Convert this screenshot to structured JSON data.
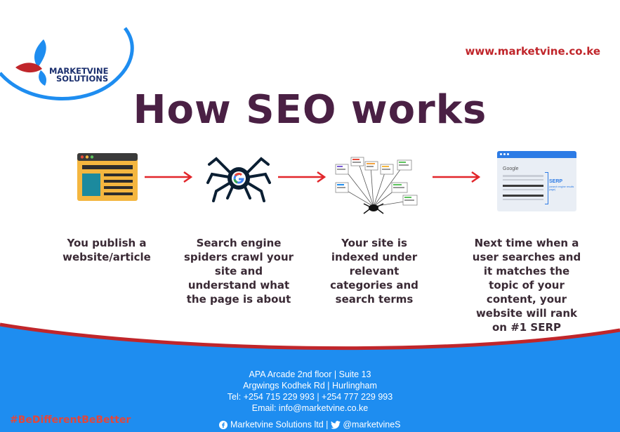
{
  "brand": {
    "line1": "MARKETVINE",
    "line2": "SOLUTIONS"
  },
  "website": "www.marketvine.co.ke",
  "title": "How SEO works",
  "steps": [
    {
      "text": "You publish a\nwebsite/article"
    },
    {
      "text": "Search engine\nspiders crawl your\nsite and\nunderstand what\nthe page is about"
    },
    {
      "text": "Your site is\nindexed under\nrelevant\ncategories and\nsearch terms"
    },
    {
      "text": "Next time when a\nuser searches and\nit matches the\ntopic of your\ncontent, your\nwebsite will rank\non #1 SERP"
    }
  ],
  "serp_card": {
    "brand": "Google",
    "label": "SERP",
    "sublabel": "(search engine results page)"
  },
  "footer": {
    "address1": "APA Arcade 2nd floor | Suite 13",
    "address2": "Argwings Kodhek Rd | Hurlingham",
    "tel": "Tel: +254 715 229 993 | +254 777 229 993",
    "email": "Email: info@marketvine.co.ke",
    "facebook": "Marketvine Solutions ltd |",
    "twitter": "@marketvineS",
    "hashtag": "#BeDifferentBeBetter"
  },
  "colors": {
    "accent_red": "#c0262b",
    "title_purple": "#4a2044",
    "footer_blue": "#1e8df0",
    "brand_navy": "#1b2f6e"
  }
}
